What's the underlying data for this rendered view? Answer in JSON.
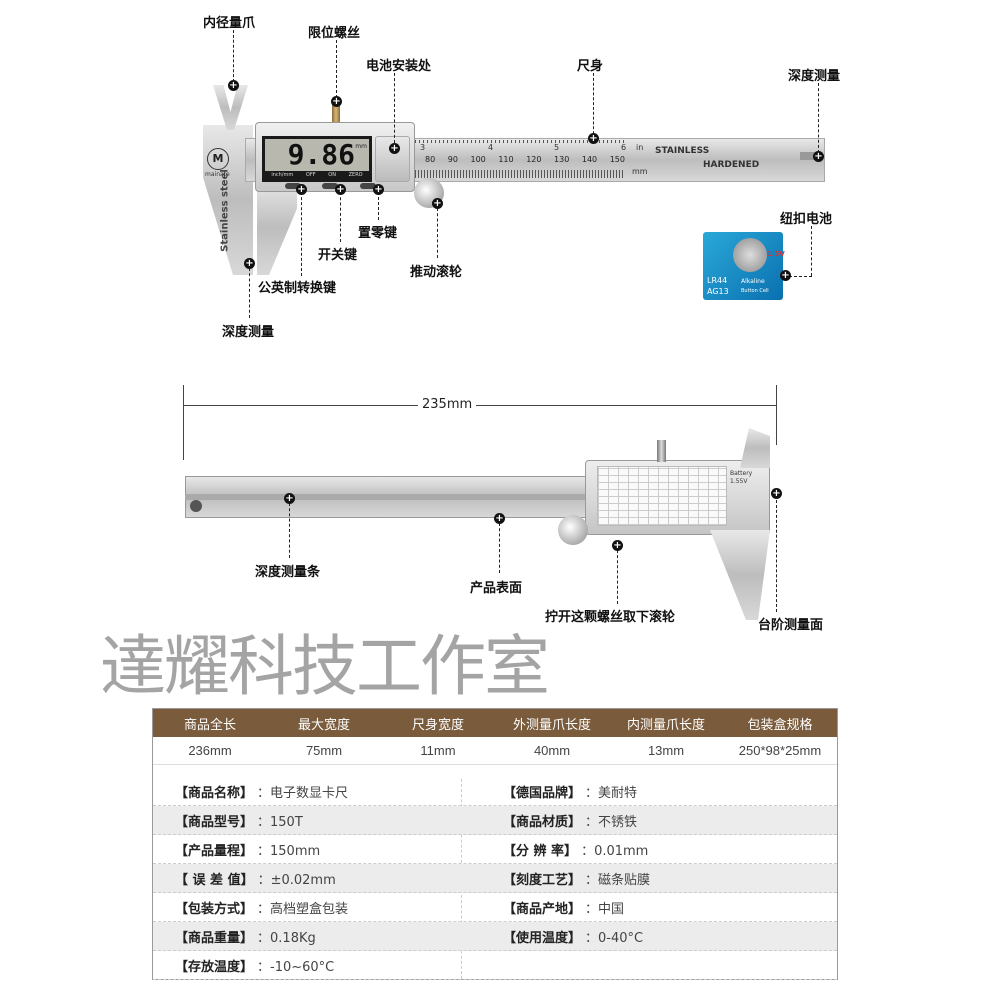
{
  "top_diagram": {
    "labels": {
      "inner_jaw": "内径量爪",
      "limit_screw": "限位螺丝",
      "battery_slot": "电池安装处",
      "ruler_body": "尺身",
      "depth_top": "深度测量",
      "button_cell": "纽扣电池",
      "zero_key": "置零键",
      "power_key": "开关键",
      "push_wheel": "推动滚轮",
      "unit_key": "公英制转换键",
      "depth_bottom": "深度测量"
    },
    "display_value": "9.86",
    "display_unit": "mm",
    "display_buttons": [
      "inch/mm",
      "OFF",
      "ON",
      "ZERO"
    ],
    "brand": "mainate",
    "jaw_text": "Stainless steel",
    "beam_text": [
      "STAINLESS",
      "HARDENED"
    ],
    "scale_mm": [
      "80",
      "90",
      "100",
      "110",
      "120",
      "130",
      "140",
      "150"
    ],
    "scale_in": [
      "3",
      "4",
      "5",
      "6"
    ],
    "unit_in": "in",
    "unit_mm": "mm",
    "battery": {
      "line1": "LR44",
      "line2": "AG13",
      "brand": "Alkaline",
      "sub": "Button Cell",
      "voltage": "1.5V"
    }
  },
  "bottom_diagram": {
    "dimension": "235mm",
    "labels": {
      "depth_bar": "深度测量条",
      "surface": "产品表面",
      "screw_wheel": "拧开这颗螺丝取下滚轮",
      "step_face": "台阶测量面"
    },
    "back_label": "Battery 1.55V"
  },
  "spec_table": {
    "headers": [
      "商品全长",
      "最大宽度",
      "尺身宽度",
      "外测量爪长度",
      "内测量爪长度",
      "包装盒规格"
    ],
    "values": [
      "236mm",
      "75mm",
      "11mm",
      "40mm",
      "13mm",
      "250*98*25mm"
    ],
    "rows": [
      {
        "left_key": "【商品名称】",
        "left_val": "：电子数显卡尺",
        "right_key": "【德国品牌】",
        "right_val": "：美耐特"
      },
      {
        "left_key": "【商品型号】",
        "left_val": "：150T",
        "right_key": "【商品材质】",
        "right_val": "：不锈铁"
      },
      {
        "left_key": "【产品量程】",
        "left_val": "：150mm",
        "right_key": "【分 辨 率】",
        "right_val": "：0.01mm"
      },
      {
        "left_key": "【 误 差 值】",
        "left_val": "：±0.02mm",
        "right_key": "【刻度工艺】",
        "right_val": "：磁条贴膜"
      },
      {
        "left_key": "【包装方式】",
        "left_val": "：高档塑盒包装",
        "right_key": "【商品产地】",
        "right_val": "：中国"
      },
      {
        "left_key": "【商品重量】",
        "left_val": "：0.18Kg",
        "right_key": "【使用温度】",
        "right_val": "：0-40°C"
      },
      {
        "left_key": "【存放温度】",
        "left_val": "：-10~60°C",
        "right_key": "",
        "right_val": ""
      }
    ],
    "header_color": "#7a5b3c"
  },
  "watermark": "達耀科技工作室"
}
